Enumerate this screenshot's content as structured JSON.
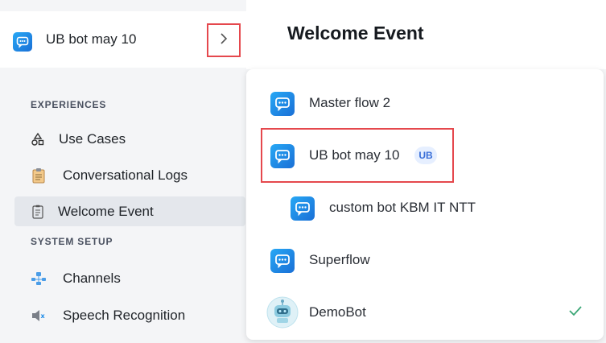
{
  "sidebar": {
    "bot_name": "UB bot may 10",
    "sections": {
      "experiences": "EXPERIENCES",
      "system_setup": "SYSTEM SETUP"
    },
    "items": [
      {
        "label": "Use Cases",
        "icon": "shapes-icon"
      },
      {
        "label": "Conversational Logs",
        "icon": "clipboard-icon"
      },
      {
        "label": "Welcome Event",
        "icon": "checklist-icon",
        "active": true
      },
      {
        "label": "Channels",
        "icon": "nodes-icon"
      },
      {
        "label": "Speech Recognition",
        "icon": "speaker-icon"
      }
    ]
  },
  "main": {
    "title": "Welcome Event"
  },
  "dropdown": {
    "items": [
      {
        "label": "Master flow 2"
      },
      {
        "label": "UB bot may 10",
        "badge": "UB"
      },
      {
        "label": "custom bot KBM IT NTT"
      },
      {
        "label": "Superflow"
      },
      {
        "label": "DemoBot",
        "selected": true
      }
    ]
  },
  "colors": {
    "accent": "#1e8ce8",
    "highlight": "#e5484d",
    "check": "#3aa675",
    "badge_bg": "#e6efff",
    "badge_text": "#3a6fd8"
  }
}
